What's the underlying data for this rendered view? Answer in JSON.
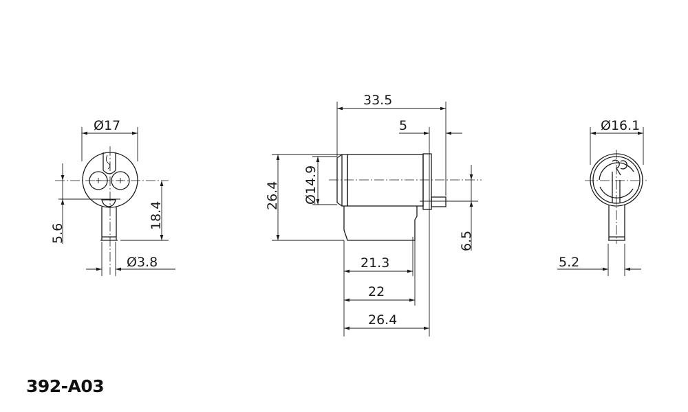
{
  "title": "392-A03",
  "front_view": {
    "diameter": "Ø17",
    "offset": "5.6",
    "height": "18.4",
    "pin_diameter": "Ø3.8"
  },
  "side_view": {
    "overall_length": "33.5",
    "pin_length": "5",
    "height": "26.4",
    "body_diameter": "Ø14.9",
    "pin_offset": "6.5",
    "len_a": "21.3",
    "len_b": "22",
    "len_c": "26.4"
  },
  "rear_view": {
    "diameter": "Ø16.1",
    "shaft_width": "5.2"
  }
}
